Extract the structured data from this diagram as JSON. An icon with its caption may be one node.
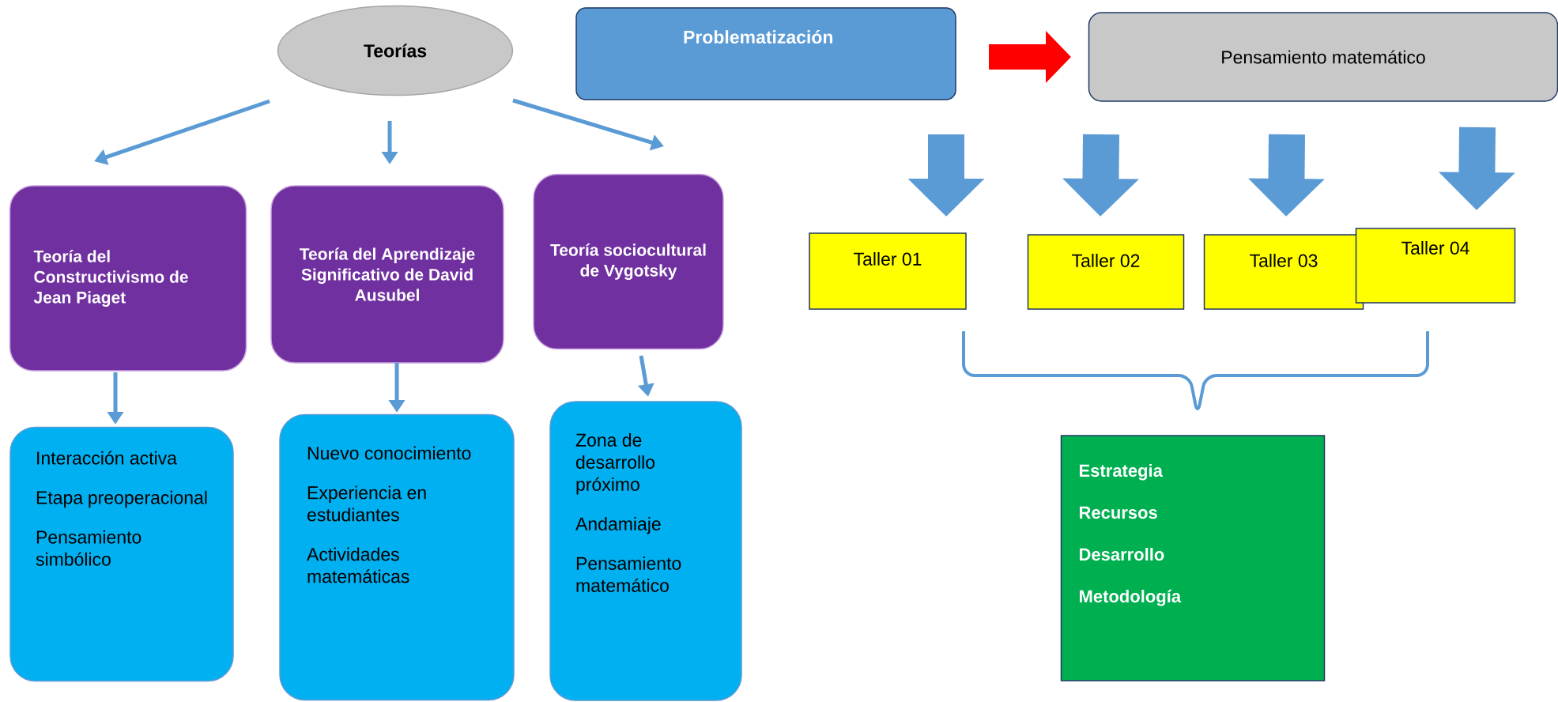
{
  "diagram": {
    "nodes": [
      {
        "text": [
          "Teorías"
        ]
      },
      {
        "text": [
          "Problematización"
        ]
      },
      {
        "text": [
          "Pensamiento matemático"
        ]
      },
      {
        "text": [
          "Teoría del Constructivismo de Jean Piaget"
        ]
      },
      {
        "text": [
          "Teoría del Aprendizaje Significativo de David Ausubel"
        ]
      },
      {
        "text": [
          "Teoría sociocultural de Vygotsky"
        ]
      },
      {
        "text": [
          "Interacción activa",
          "Etapa preoperacional",
          "Pensamiento simbólico"
        ]
      },
      {
        "text": [
          "Nuevo conocimiento",
          "Experiencia en estudiantes",
          "Actividades matemáticas"
        ]
      },
      {
        "text": [
          "Zona de desarrollo próximo",
          "Andamiaje",
          "Pensamiento matemático"
        ]
      },
      {
        "text": [
          "Taller 01"
        ]
      },
      {
        "text": [
          "Taller 02"
        ]
      },
      {
        "text": [
          "Taller 03"
        ]
      },
      {
        "text": [
          "Taller 04"
        ]
      },
      {
        "text": [
          "Estrategia",
          "Recursos",
          "Desarrollo",
          "Metodología"
        ]
      }
    ],
    "edges": [
      {
        "from": 0,
        "to": 3,
        "arrow": "to"
      },
      {
        "from": 0,
        "to": 4,
        "arrow": "to"
      },
      {
        "from": 0,
        "to": 5,
        "arrow": "to"
      },
      {
        "from": 3,
        "to": 6,
        "arrow": "to"
      },
      {
        "from": 4,
        "to": 7,
        "arrow": "to"
      },
      {
        "from": 5,
        "to": 8,
        "arrow": "to"
      },
      {
        "from": 1,
        "to": 2,
        "arrow": "to",
        "style": "thick",
        "color": "#ff0000"
      },
      {
        "from": 1,
        "to": 9,
        "arrow": "to",
        "style": "thick"
      },
      {
        "from": 2,
        "to": 10,
        "arrow": "to",
        "style": "thick"
      },
      {
        "from": 2,
        "to": 11,
        "arrow": "to",
        "style": "thick"
      },
      {
        "from": 2,
        "to": 12,
        "arrow": "to",
        "style": "thick"
      }
    ]
  }
}
